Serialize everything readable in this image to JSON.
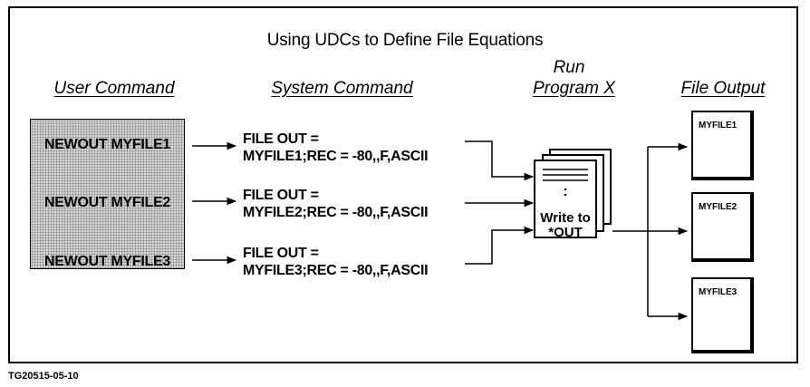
{
  "title": "Using UDCs to Define File Equations",
  "headers": {
    "user_command": "User Command",
    "system_command": "System Command",
    "run_line1": "Run",
    "run_line2": "Program  X",
    "file_output": "File Output"
  },
  "user_commands": [
    "NEWOUT MYFILE1",
    "NEWOUT MYFILE2",
    "NEWOUT MYFILE3"
  ],
  "system_commands": [
    {
      "line1": "FILE OUT =",
      "line2": "MYFILE1;REC = -80,,F,ASCII"
    },
    {
      "line1": "FILE OUT =",
      "line2": "MYFILE2;REC = -80,,F,ASCII"
    },
    {
      "line1": "FILE OUT =",
      "line2": "MYFILE3;REC = -80,,F,ASCII"
    }
  ],
  "program": {
    "ellipsis": ":",
    "line1": "Write to",
    "line2": "*OUT"
  },
  "files": [
    "MYFILE1",
    "MYFILE2",
    "MYFILE3"
  ],
  "footer": "TG20515-05-10",
  "colors": {
    "line": "#000000",
    "box_fill": "#cfcfcf"
  }
}
